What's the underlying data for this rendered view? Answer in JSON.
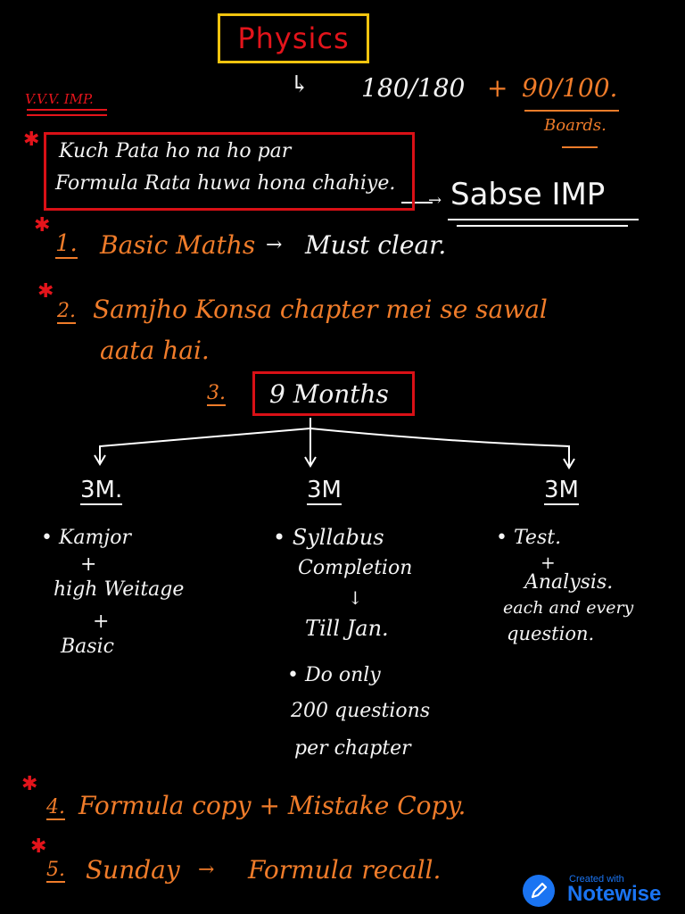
{
  "title": "Physics",
  "score_line": {
    "arrow": "↳",
    "exam": "180/180",
    "plus": "+",
    "boards_score": "90/100.",
    "boards_label": "Boards."
  },
  "vvv_imp": "V.V.V. IMP.",
  "boxed_note": {
    "line1": "Kuch Pata ho na ho par",
    "line2": "Formula Rata huwa hona chahiye."
  },
  "sabse_imp": {
    "arrow": "→",
    "label": "Sabse IMP"
  },
  "points": [
    {
      "num": "1.",
      "text": "Basic Maths",
      "arrow": "→",
      "tail": "Must clear."
    },
    {
      "num": "2.",
      "line1": "Samjho Konsa chapter mei se sawal",
      "line2": "aata hai."
    },
    {
      "num": "3.",
      "boxed": "9 Months"
    },
    {
      "num": "4.",
      "text": "Formula copy + Mistake Copy."
    },
    {
      "num": "5.",
      "text": "Sunday",
      "arrow": "→",
      "tail": "Formula recall."
    }
  ],
  "star": "✱",
  "phases": [
    {
      "label": "3M.",
      "items": [
        "• Kamjor",
        "+",
        "high Weitage",
        "+",
        "Basic"
      ]
    },
    {
      "label": "3M",
      "items": [
        "• Syllabus",
        "Completion",
        "↓",
        "Till Jan."
      ],
      "extra": [
        "• Do only",
        "200 questions",
        "per chapter"
      ]
    },
    {
      "label": "3M",
      "items": [
        "• Test.",
        "+",
        "Analysis.",
        "each and every",
        "question."
      ]
    }
  ],
  "badge": {
    "small": "Created with",
    "big": "Notewise",
    "icon": "pencil-icon",
    "color": "#1a74f2"
  },
  "colors": {
    "background": "#000000",
    "red": "#e3141b",
    "orange": "#f07c2a",
    "yellow": "#f1c40f",
    "white": "#f4f4f4"
  }
}
